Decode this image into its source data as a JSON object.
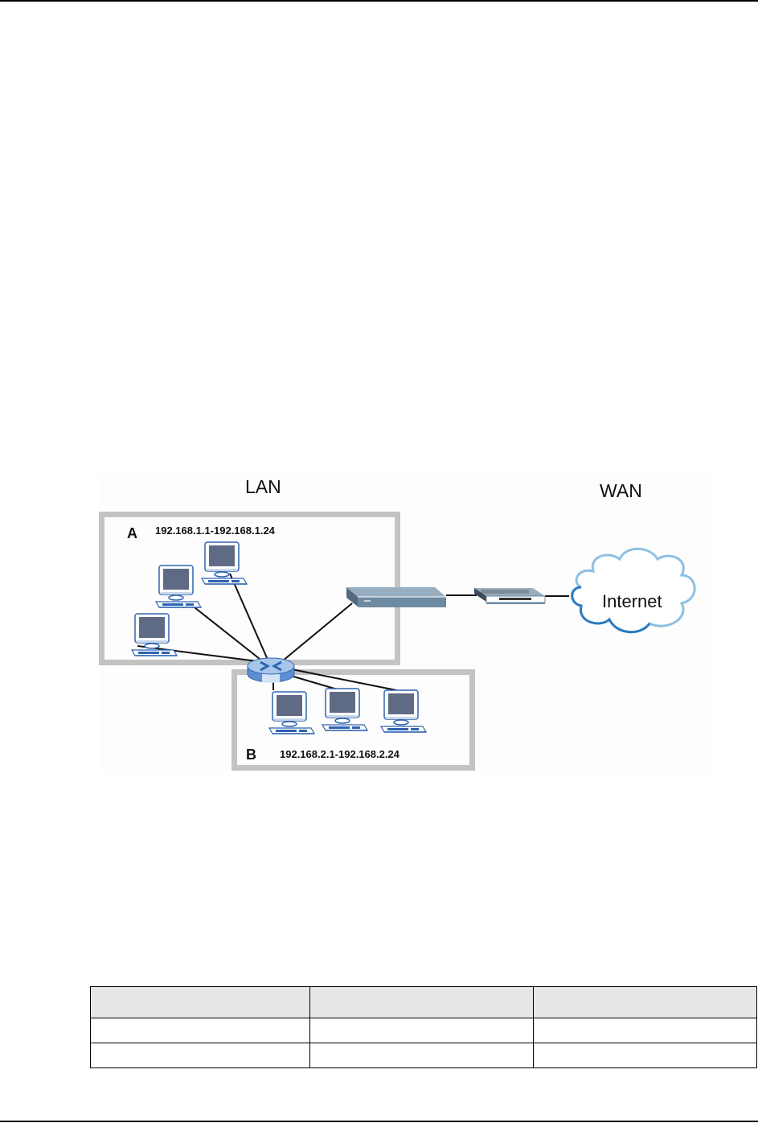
{
  "page": {
    "header_rule": "top-rule",
    "footer_rule": "bottom-rule"
  },
  "diagram": {
    "zones": {
      "lan_label": "LAN",
      "wan_label": "WAN"
    },
    "subnets": [
      {
        "letter": "A",
        "range": "192.168.1.1-192.168.1.24",
        "computers": 3
      },
      {
        "letter": "B",
        "range": "192.168.2.1-192.168.2.24",
        "computers": 3
      }
    ],
    "devices": {
      "router": "router-icon",
      "switch": "switch-icon",
      "modem": "modem-icon",
      "cloud_label": "Internet"
    },
    "colors": {
      "box_border": "#c3c3c3",
      "monitor_screen": "#5f6b85",
      "monitor_frame": "#2f64b0",
      "device_top": "#97adc0",
      "device_front": "#6e8aa0",
      "cloud_stroke": "#2b7bbf",
      "cloud_light": "#8dc0e4"
    }
  },
  "table": {
    "headers": [
      "",
      "",
      ""
    ],
    "rows": [
      [
        "",
        "",
        ""
      ],
      [
        "",
        "",
        ""
      ]
    ]
  }
}
